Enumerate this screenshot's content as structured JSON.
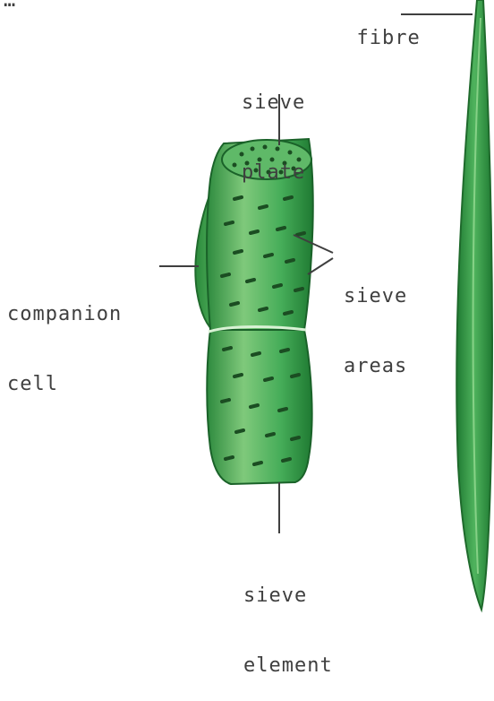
{
  "diagram": {
    "labels": {
      "fibre": "fibre",
      "sieve_plate_line1": "sieve",
      "sieve_plate_line2": "plate",
      "sieve_areas_line1": "sieve",
      "sieve_areas_line2": "areas",
      "companion_cell_line1": "companion",
      "companion_cell_line2": "cell",
      "sieve_element_line1": "sieve",
      "sieve_element_line2": "element"
    },
    "colors": {
      "cell_dark": "#1f7a32",
      "cell_mid": "#3ea853",
      "cell_light": "#8fd28a",
      "pore": "#1b4d22",
      "fibre": "#2f9a45",
      "leader": "#3f3f3f"
    }
  }
}
